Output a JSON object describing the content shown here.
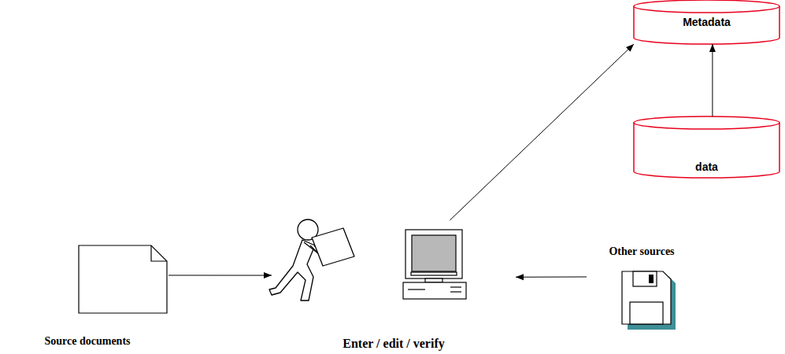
{
  "diagram": {
    "nodes": [
      {
        "text": [
          "Metadata"
        ]
      },
      {
        "text": [
          "data"
        ]
      },
      {
        "text": [
          "Source documents"
        ]
      },
      {
        "text": [
          "Enter / edit / verify"
        ]
      },
      {
        "text": [
          "Other sources"
        ]
      }
    ],
    "edges": [
      {
        "from": 1,
        "to": 0,
        "arrow": "to"
      },
      {
        "from": 2,
        "to": 3,
        "arrow": "to"
      },
      {
        "from": 4,
        "to": 3,
        "arrow": "to"
      },
      {
        "from": 3,
        "to": 0,
        "arrow": "to"
      }
    ]
  }
}
